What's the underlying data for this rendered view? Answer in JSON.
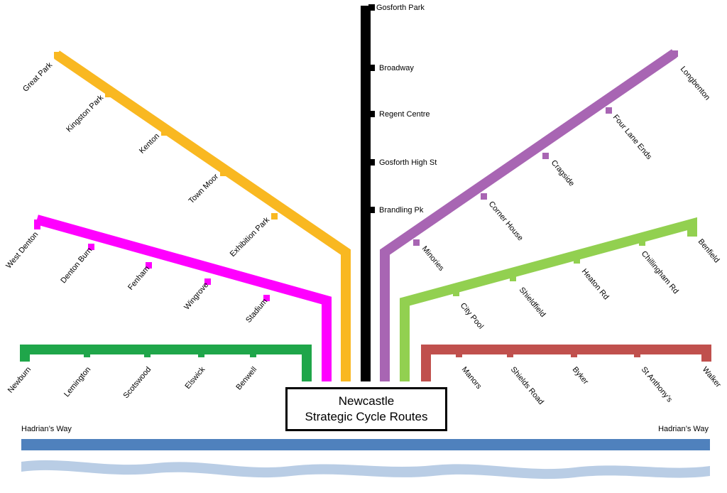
{
  "title": {
    "line1": "Newcastle",
    "line2": "Strategic Cycle Routes"
  },
  "hadrians_way": {
    "left_label": "Hadrian’s Way",
    "right_label": "Hadrian’s Way",
    "path_color": "#4f81bd",
    "river_color": "#b9cde5"
  },
  "routes": [
    {
      "id": "north",
      "color": "#000000",
      "stops": [
        "Gosforth Park",
        "Broadway",
        "Regent Centre",
        "Gosforth High St",
        "Brandling Pk"
      ]
    },
    {
      "id": "northwest",
      "color": "#f9b821",
      "stops": [
        "Great Park",
        "Kingston Park",
        "Kenton",
        "Town Moor",
        "Exhibition Park"
      ]
    },
    {
      "id": "west",
      "color": "#ff00ff",
      "stops": [
        "West Denton",
        "Denton Burn",
        "Fenham",
        "Wingrove",
        "Stadium"
      ]
    },
    {
      "id": "riverside-west",
      "color": "#1fa64a",
      "stops": [
        "Newburn",
        "Lemington",
        "Scotswood",
        "Elswick",
        "Benwell"
      ]
    },
    {
      "id": "northeast",
      "color": "#a865b3",
      "stops": [
        "Longbenton",
        "Four Lane Ends",
        "Cragside",
        "Corner House",
        "Minories"
      ]
    },
    {
      "id": "east",
      "color": "#92d050",
      "stops": [
        "Benfield",
        "Chillingham Rd",
        "Heaton Rd",
        "Shieldfield",
        "City Pool"
      ]
    },
    {
      "id": "riverside-east",
      "color": "#c0504d",
      "stops": [
        "Walker",
        "St Anthony’s",
        "Byker",
        "Shields Road",
        "Manors"
      ]
    }
  ]
}
